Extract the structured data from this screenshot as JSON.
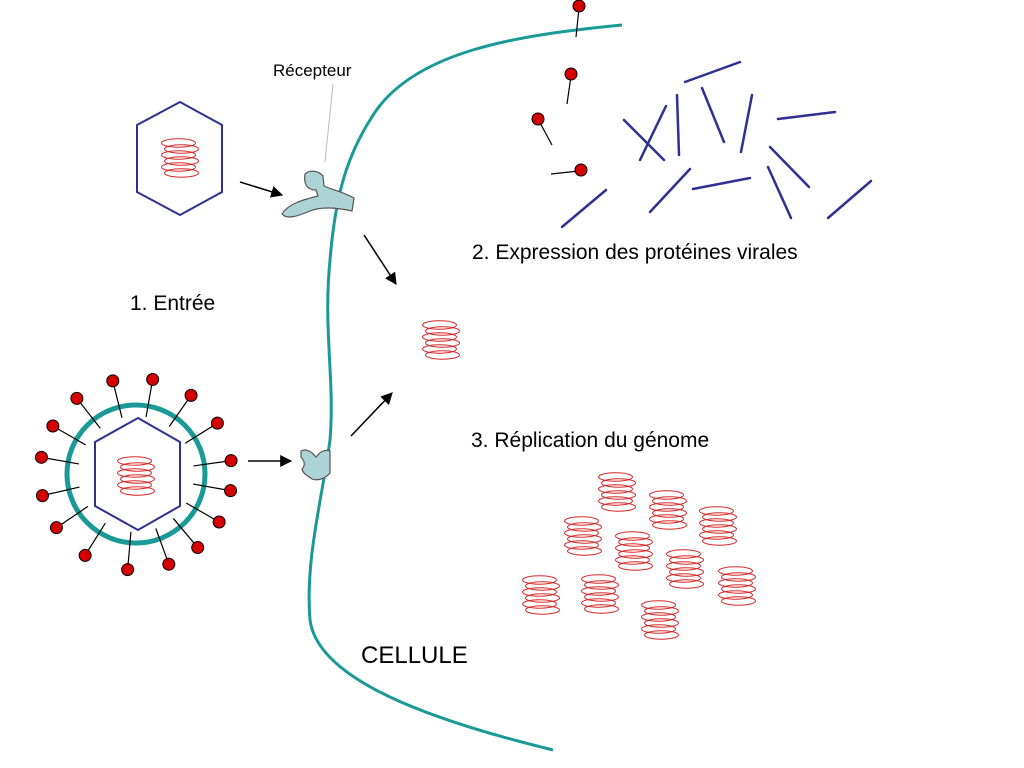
{
  "labels": {
    "receptor": "Récepteur",
    "step_entry": "1. Entrée",
    "step_expression": "2. Expression des protéines virales",
    "step_replication": "3. Réplication du génome",
    "cell": "CELLULE"
  },
  "colors": {
    "membrane": "#1a9a96",
    "receptor_fill": "#aed3d6",
    "capsid": "#2e3192",
    "genome": "#d62828",
    "spike_head": "#d40000",
    "protein": "#2e3192",
    "arrow": "#000000"
  }
}
